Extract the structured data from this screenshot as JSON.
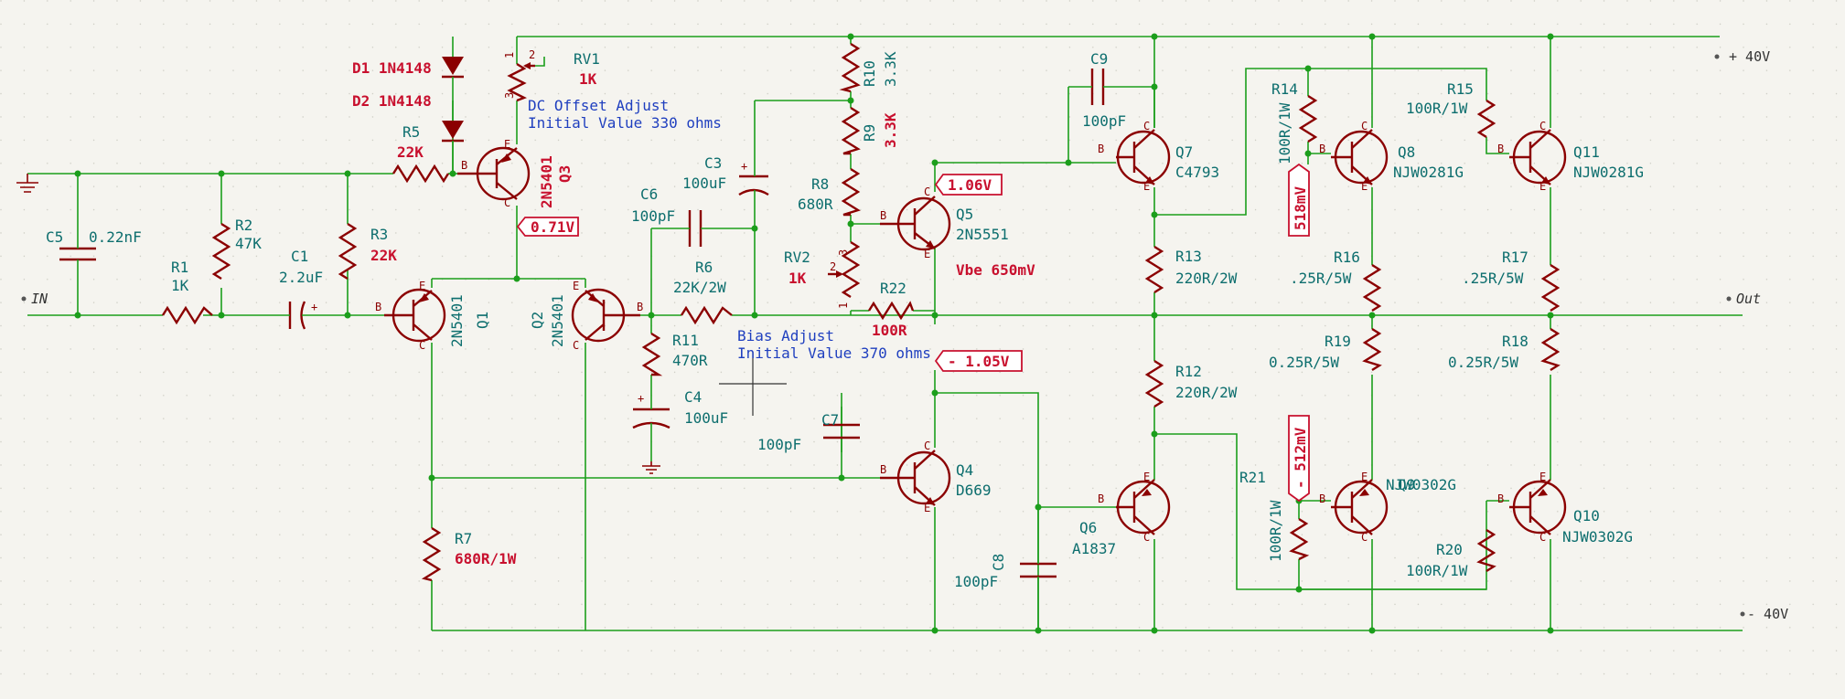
{
  "rails": {
    "pos": "+ 40V",
    "neg": "- 40V"
  },
  "ports": {
    "in": "IN",
    "out": "Out"
  },
  "notes": {
    "dc1": "DC Offset Adjust",
    "dc2": "Initial Value 330 ohms",
    "bias1": "Bias Adjust",
    "bias2": "Initial Value 370 ohms"
  },
  "probes": {
    "p1": "0.71V",
    "p2": "1.06V",
    "p3": "- 1.05V",
    "p4": "518mV",
    "p5": "- 512mV",
    "vbe": "Vbe 650mV"
  },
  "parts": {
    "d1": "D1 1N4148",
    "d2": "D2 1N4148",
    "rv1": "RV1",
    "rv1v": "1K",
    "r5": "R5",
    "r5v": "22K",
    "q3v": "2N5401",
    "q3": "Q3",
    "c5": "C5",
    "c5v": "0.22nF",
    "r2": "R2",
    "r2v": "47K",
    "r1": "R1",
    "r1v": "1K",
    "c1": "C1",
    "c1v": "2.2uF",
    "r3": "R3",
    "r3v": "22K",
    "q1v": "2N5401",
    "q1": "Q1",
    "q2": "Q2",
    "q2v": "2N5401",
    "r7": "R7",
    "r7v": "680R/1W",
    "c6": "C6",
    "c6v": "100pF",
    "c3": "C3",
    "c3v": "100uF",
    "r6": "R6",
    "r6v": "22K/2W",
    "r11": "R11",
    "r11v": "470R",
    "c4": "C4",
    "c4v": "100uF",
    "r10": "R10",
    "r10v": "3.3K",
    "r9": "R9",
    "r9v": "3.3K",
    "r8": "R8",
    "r8v": "680R",
    "rv2": "RV2",
    "rv2v": "1K",
    "r22": "R22",
    "r22v": "100R",
    "q5": "Q5",
    "q5v": "2N5551",
    "c7": "C7",
    "c7v": "100pF",
    "q4": "Q4",
    "q4v": "D669",
    "c8": "C8",
    "c8v": "100pF",
    "c9": "C9",
    "c9v": "100pF",
    "q7": "Q7",
    "q7v": "C4793",
    "r13": "R13",
    "r13v": "220R/2W",
    "r12": "R12",
    "r12v": "220R/2W",
    "q6": "Q6",
    "q6v": "A1837",
    "r14": "R14",
    "r14v": "100R/1W",
    "q8": "Q8",
    "q8v": "NJW0281G",
    "r16": "R16",
    "r16v": ".25R/5W",
    "r19": "R19",
    "r19v": "0.25R/5W",
    "r21": "R21",
    "r21v": "100R/1W",
    "q9": "Q9",
    "q9v": "NJW0302G",
    "r15": "R15",
    "r15v": "100R/1W",
    "q11": "Q11",
    "q11v": "NJW0281G",
    "r17": "R17",
    "r17v": ".25R/5W",
    "r18": "R18",
    "r18v": "0.25R/5W",
    "r20": "R20",
    "r20v": "100R/1W",
    "q10": "Q10",
    "q10v": "NJW0302G"
  },
  "pins": {
    "b": "B",
    "c": "C",
    "e": "E",
    "one": "1",
    "two": "2",
    "three": "3",
    "plus": "+"
  }
}
